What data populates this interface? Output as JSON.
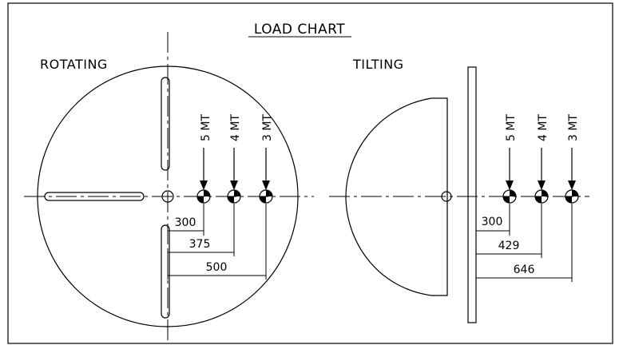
{
  "title": "LOAD CHART",
  "views": {
    "rotating": {
      "label": "ROTATING",
      "loads": [
        "5 MT",
        "4 MT",
        "3 MT"
      ],
      "dimensions": [
        "300",
        "375",
        "500"
      ]
    },
    "tilting": {
      "label": "TILTING",
      "loads": [
        "5 MT",
        "4 MT",
        "3 MT"
      ],
      "dimensions": [
        "300",
        "429",
        "646"
      ]
    }
  }
}
